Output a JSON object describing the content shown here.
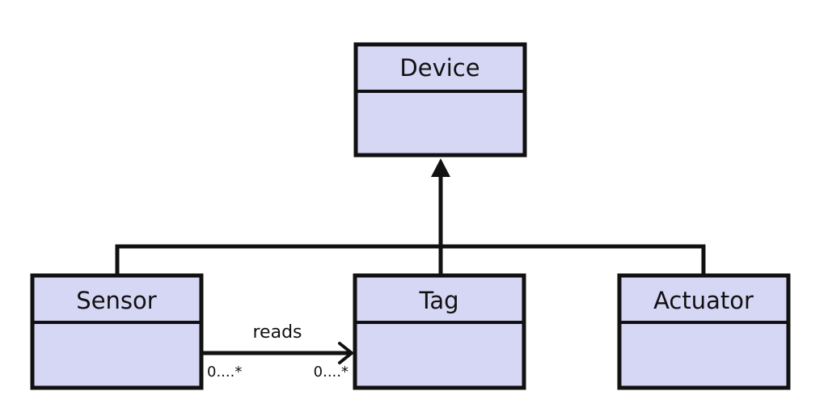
{
  "classes": {
    "device": {
      "name": "Device"
    },
    "sensor": {
      "name": "Sensor"
    },
    "tag": {
      "name": "Tag"
    },
    "actuator": {
      "name": "Actuator"
    }
  },
  "association": {
    "label": "reads",
    "source_multiplicity": "0....*",
    "target_multiplicity": "0....*"
  },
  "colors": {
    "class_fill": "#d6d6f5",
    "stroke": "#111111",
    "background": "#ffffff"
  }
}
